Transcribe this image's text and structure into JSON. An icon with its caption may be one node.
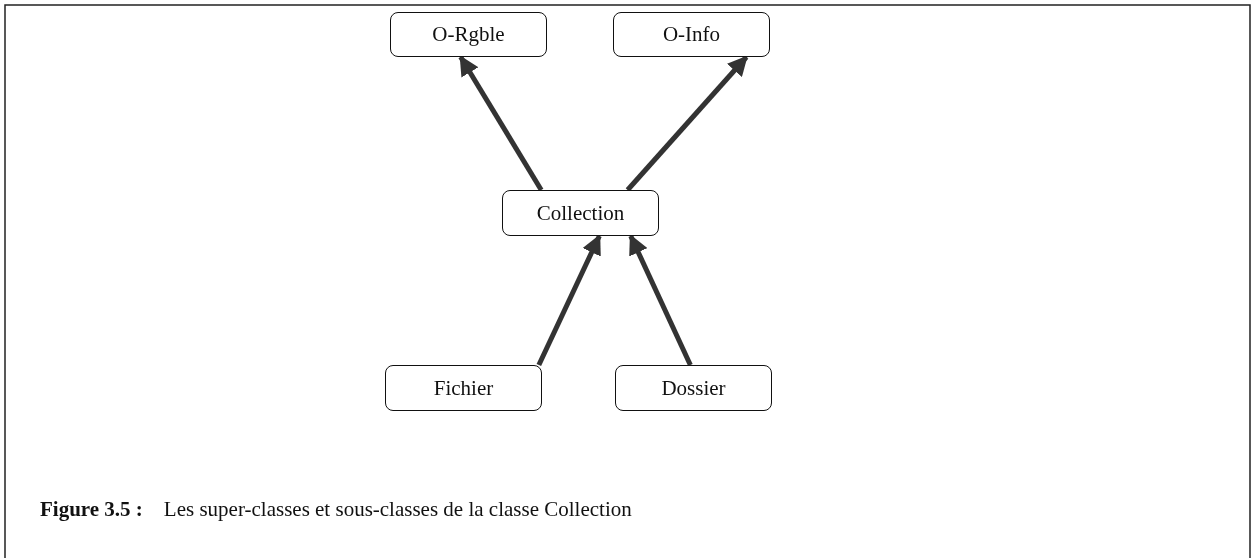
{
  "diagram": {
    "caption": "**Figure 3.5 :**    Les super-classes et sous-classes de la classe Collection",
    "nodes": [
      {
        "text": [
          "O-Rgble"
        ]
      },
      {
        "text": [
          "O-Info"
        ]
      },
      {
        "text": [
          "Collection"
        ]
      },
      {
        "text": [
          "Fichier"
        ]
      },
      {
        "text": [
          "Dossier"
        ]
      }
    ],
    "edges": [
      {
        "from": 2,
        "to": 0,
        "arrow": "to"
      },
      {
        "from": 2,
        "to": 1,
        "arrow": "to"
      },
      {
        "from": 3,
        "to": 2,
        "arrow": "to"
      },
      {
        "from": 4,
        "to": 2,
        "arrow": "to"
      }
    ]
  }
}
